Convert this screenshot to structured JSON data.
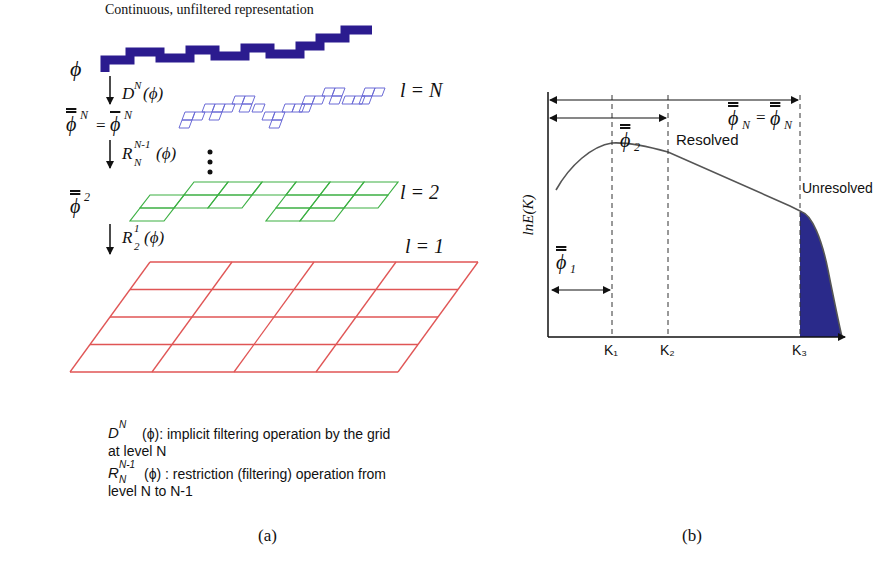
{
  "diagram": {
    "labels": [
      "Continuous, unfiltered representation",
      "ϕ",
      "D",
      "N",
      "(ϕ)",
      "ϕ",
      "N",
      "=",
      "ϕ",
      "N",
      "l = N",
      "R",
      "N-1",
      "N",
      "(ϕ)",
      "ϕ",
      "2",
      "l = 2",
      "R",
      "1",
      "2",
      "(ϕ)",
      "l = 1",
      "D",
      "N",
      "(ϕ): implicit filtering operation by the grid at level N",
      "R",
      "N-1",
      "N",
      "(ϕ) : restriction (filtering) operation from level N to N-1",
      "(a)",
      "lnE(K)",
      "ϕ",
      "1",
      "ϕ",
      "2",
      "ϕ",
      "N",
      "=",
      "ϕ",
      "N",
      "Resolved",
      "Unresolved",
      "K₁",
      "K₂",
      "K₃",
      "(b)"
    ]
  }
}
